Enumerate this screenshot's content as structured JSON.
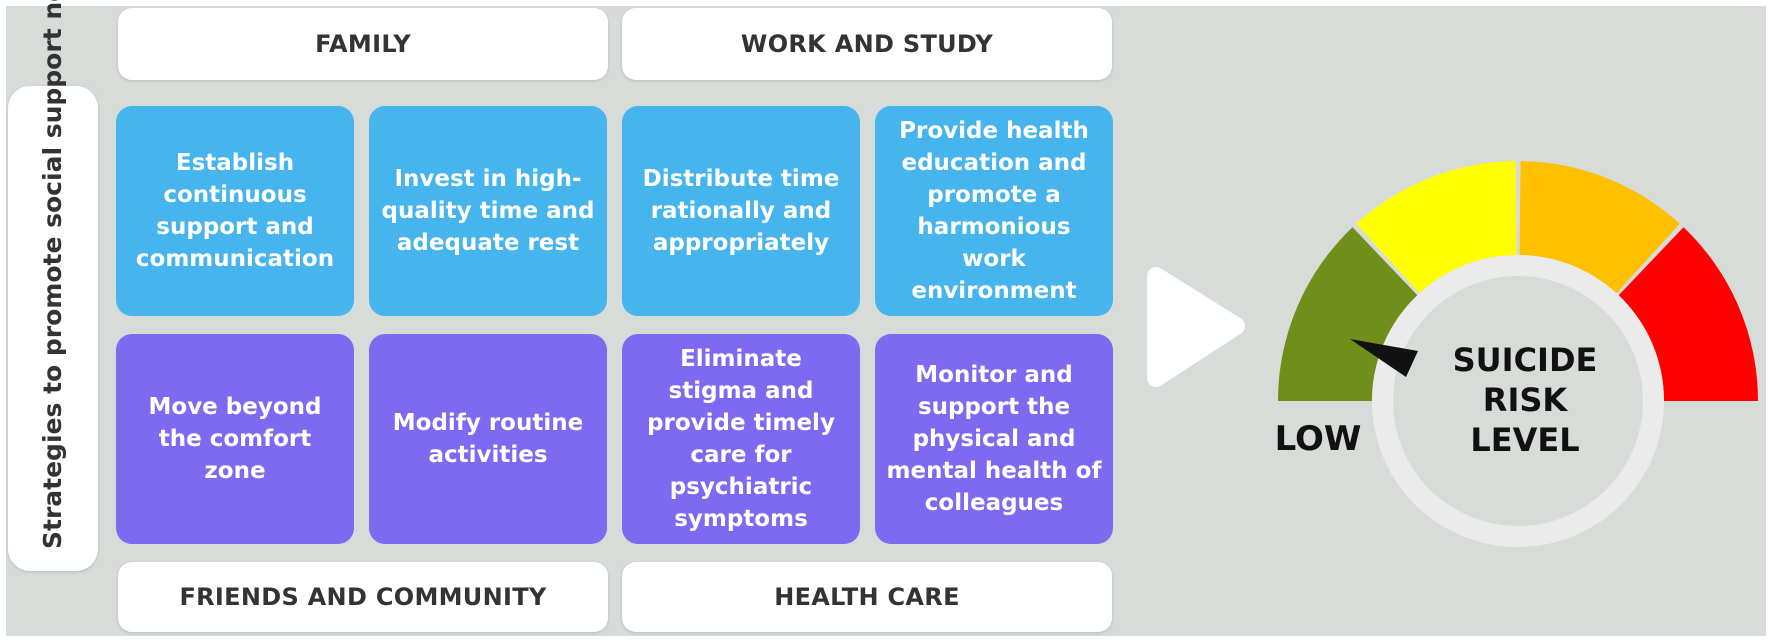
{
  "headers": {
    "family": "FAMILY",
    "work_study": "WORK AND STUDY",
    "friends_community": "FRIENDS AND COMMUNITY",
    "health_care": "HEALTH CARE"
  },
  "side_label": "Strategies to promote social support network",
  "cards": {
    "c1": "Establish continuous support and communication",
    "c2": "Invest in high-quality time and adequate rest",
    "c3": "Distribute time rationally and appropriately",
    "c4": "Provide health education and promote a harmonious work environment",
    "c5": "Move beyond the comfort zone",
    "c6": "Modify routine activities",
    "c7": "Eliminate stigma and provide timely care for psychiatric symptoms",
    "c8": "Monitor and support the physical and mental health of colleagues"
  },
  "gauge": {
    "low_label": "LOW",
    "center_line1": "SUICIDE",
    "center_line2": "RISK",
    "center_line3": "LEVEL",
    "level": "low",
    "colors": [
      "#6f8f1a",
      "#ffff00",
      "#ffc000",
      "#ff0000"
    ]
  },
  "colors": {
    "blue_card": "#46b4ed",
    "purple_card": "#7e6af0",
    "background": "#d8dcd8"
  }
}
